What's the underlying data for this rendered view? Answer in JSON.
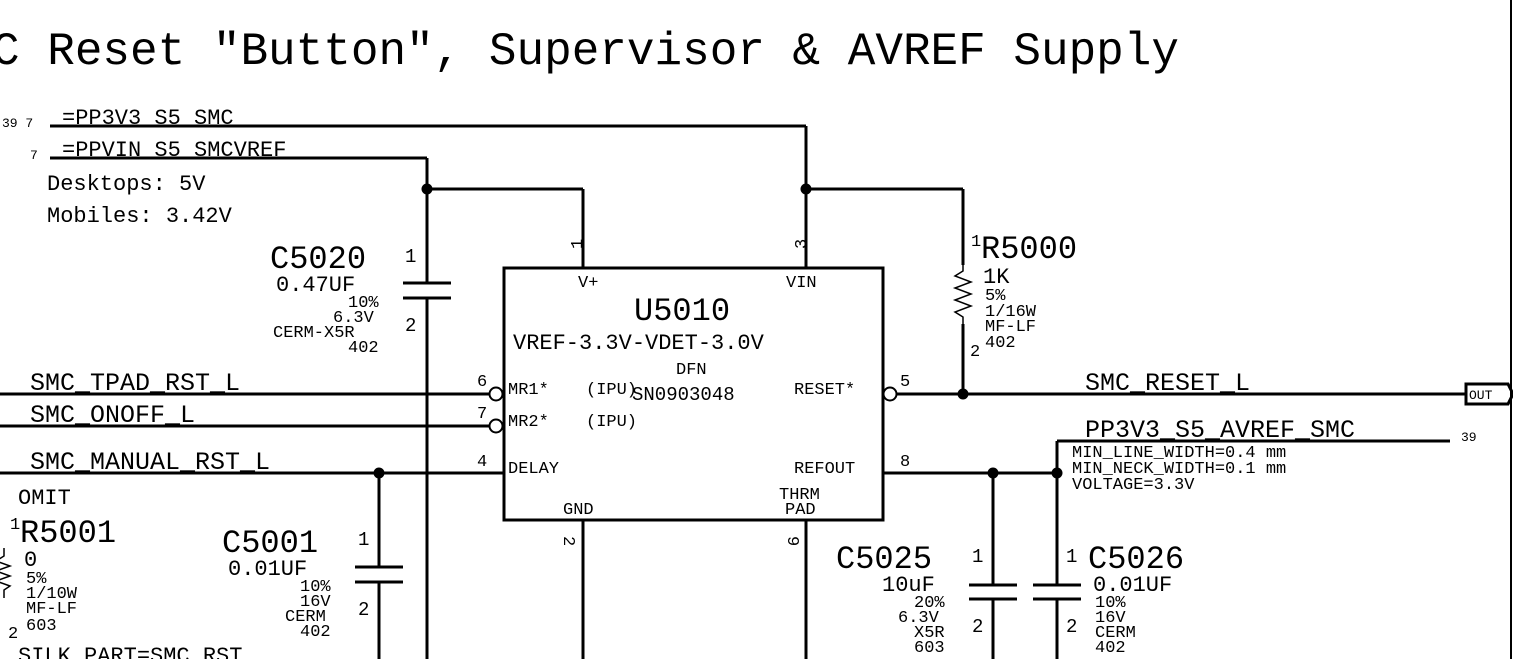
{
  "title": "C Reset \"Button\", Supervisor & AVREF Supply",
  "rails": [
    {
      "net": "=PP3V3_S5_SMC",
      "refs": "39 7"
    },
    {
      "net": "=PPVIN_S5_SMCVREF",
      "refs": "7"
    }
  ],
  "supply_notes": [
    "Desktops: 5V",
    "Mobiles: 3.42V"
  ],
  "u5010": {
    "refdes": "U5010",
    "value": "VREF-3.3V-VDET-3.0V",
    "package": "DFN",
    "part_number": "SN0903048",
    "pins": {
      "vplus": {
        "num": "1",
        "name": "V+"
      },
      "vin": {
        "num": "3",
        "name": "VIN"
      },
      "mr1": {
        "num": "6",
        "name": "MR1*",
        "attr": "(IPU)"
      },
      "mr2": {
        "num": "7",
        "name": "MR2*",
        "attr": "(IPU)"
      },
      "delay": {
        "num": "4",
        "name": "DELAY"
      },
      "reset": {
        "num": "5",
        "name": "RESET*"
      },
      "refout": {
        "num": "8",
        "name": "REFOUT"
      },
      "gnd": {
        "num": "2",
        "name": "GND"
      },
      "thrm": {
        "num": "9",
        "name1": "THRM",
        "name2": "PAD"
      }
    }
  },
  "c5020": {
    "refdes": "C5020",
    "value": "0.47UF",
    "tol": "10%",
    "volt": "6.3V",
    "dielectric": "CERM-X5R",
    "pkg": "402",
    "pin1": "1",
    "pin2": "2"
  },
  "r5000": {
    "refdes": "R5000",
    "value": "1K",
    "tol": "5%",
    "power": "1/16W",
    "type": "MF-LF",
    "pkg": "402",
    "pin1": "1",
    "pin2": "2"
  },
  "r5001": {
    "note": "OMIT",
    "refdes": "R5001",
    "value": "0",
    "tol": "5%",
    "power": "1/10W",
    "type": "MF-LF",
    "pkg": "603",
    "pin1": "1",
    "pin2": "2",
    "silk": "SILK_PART=SMC_RST"
  },
  "c5001": {
    "refdes": "C5001",
    "value": "0.01UF",
    "tol": "10%",
    "volt": "16V",
    "dielectric": "CERM",
    "pkg": "402",
    "pin1": "1",
    "pin2": "2"
  },
  "c5025": {
    "refdes": "C5025",
    "value": "10uF",
    "tol": "20%",
    "volt": "6.3V",
    "dielectric": "X5R",
    "pkg": "603",
    "pin1": "1",
    "pin2": "2"
  },
  "c5026": {
    "refdes": "C5026",
    "value": "0.01UF",
    "tol": "10%",
    "volt": "16V",
    "dielectric": "CERM",
    "pkg": "402",
    "pin1": "1",
    "pin2": "2"
  },
  "nets": {
    "tpad": "SMC_TPAD_RST_L",
    "onoff": "SMC_ONOFF_L",
    "manual": "SMC_MANUAL_RST_L",
    "reset": "SMC_RESET_L",
    "reset_port": "OUT",
    "avref": "PP3V3_S5_AVREF_SMC",
    "avref_ref": "39"
  },
  "avref_props": [
    "MIN_LINE_WIDTH=0.4 mm",
    "MIN_NECK_WIDTH=0.1 mm",
    "VOLTAGE=3.3V"
  ]
}
